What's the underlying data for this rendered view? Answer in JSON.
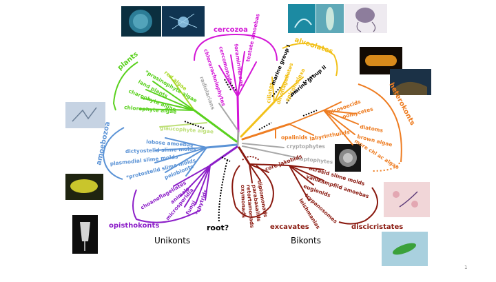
{
  "slide": {
    "page_number": "1",
    "label_unikonts": "Unikonts",
    "label_bikonts": "Bikonts",
    "label_root": "root?"
  },
  "groups": {
    "cercozoa": "cercozoa",
    "alveolates": "alveolates",
    "heterokonts": "heterokonts",
    "plants": "plants",
    "amoebozoa": "amoebozoa",
    "opisthokonts": "opisthokonts",
    "excavates": "excavates",
    "discicristates": "discicristates"
  },
  "taxa": {
    "cercomonads": "cercomonads",
    "chlorarachniophytes": "chlorarachniophytes",
    "foraminiferans": "foraminiferans",
    "radiolarians": "radiolarians",
    "testate_amoebas": "testate amoebas",
    "ciliates": "ciliates",
    "dinoflagellates": "dinoflagellates",
    "apicomplexa": "apicomplexa",
    "marine_group_1": "marine group I",
    "marine_group_2": "marine group II",
    "bicosoecids": "bicosoecids",
    "oomycetes": "oomycetes",
    "diatoms": "diatoms",
    "brown_algae": "brown algae",
    "more_chl_algae": "more chl ac algae",
    "labyrinthulids": "labyrinthulids",
    "opalinids": "opalinids",
    "cryptophytes": "cryptophytes",
    "haptophytes": "haptophytes",
    "red_algae": "red algae",
    "prasinophyte_algae": "*prasinophyte algae",
    "land_plants": "land plants",
    "charophyte_algae": "charophyte algae",
    "chlorophyte_algae": "chlorophyte algae",
    "glaucophyte_algae": "glaucophyte algae",
    "lobose_amoebas": "lobose amoebas",
    "dictyostelid_slime_molds": "dictyostelid slime molds",
    "plasmodial_slime_molds": "plasmodial slime molds",
    "protostelid_slime_molds": "*protostelid slime molds",
    "pelobionts": "pelobionts",
    "choanoflagellates": "choanoflagellates",
    "animals": "animals",
    "microsporidia": "microsporidia",
    "fungi": "fungi",
    "chytrids": "*chytrids",
    "core_jakobids": "core jakobids",
    "diplomonads": "diplomonads",
    "parabasalids": "parabasalids",
    "retortamonads": "retortamonads",
    "oxymonads": "oxymonads",
    "acrasid_slime_molds": "acrasid slime molds",
    "vahlkampfiid_amoebas": "vahlkampfiid amoebas",
    "euglenids": "euglenids",
    "trypanosomes": "trypanosomes",
    "leishmanias": "leishmanias"
  },
  "colors": {
    "cercozoa": "#d316d6",
    "alveolates": "#f2c11a",
    "heterokonts": "#ee7d22",
    "plants": "#5ad11e",
    "red_algae": "#a9d92a",
    "amoebozoa": "#5b93d6",
    "opisthokonts": "#8c1ec8",
    "excavates": "#8a1a10",
    "grey": "#a8a8a8"
  }
}
